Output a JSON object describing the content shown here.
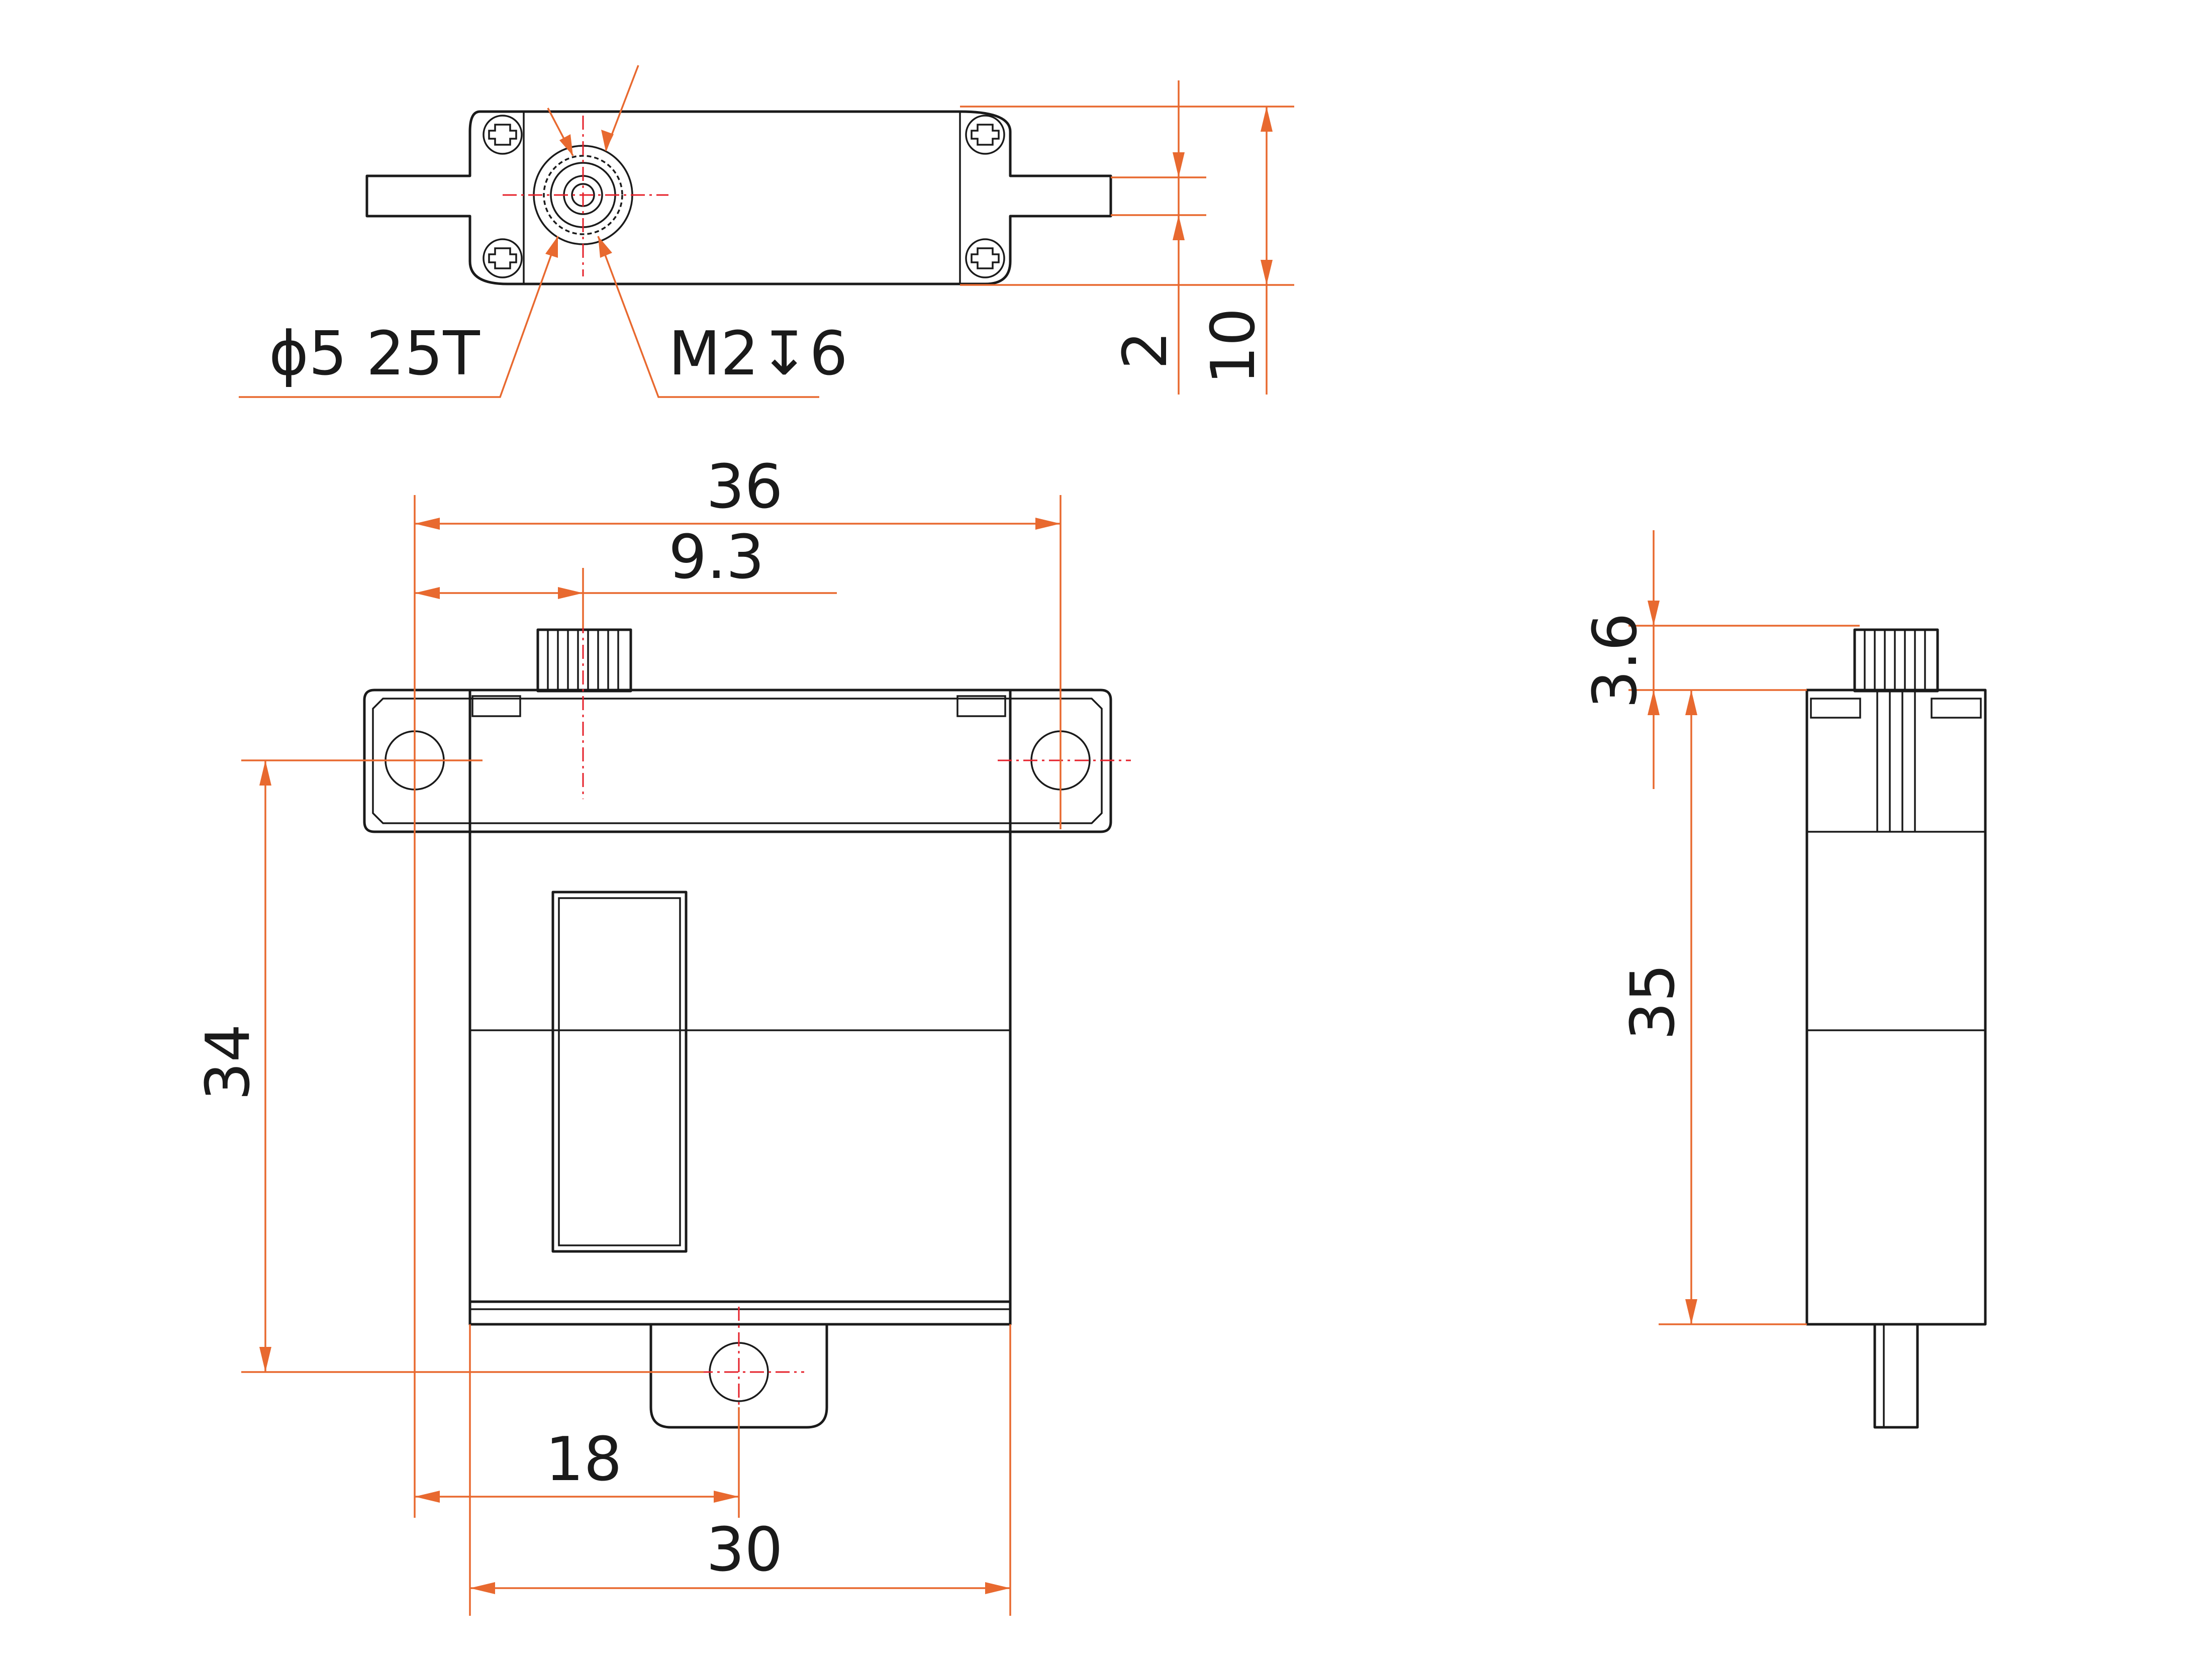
{
  "drawing": {
    "views": [
      "top",
      "front",
      "side"
    ],
    "dimensions": {
      "shaft_spec": "ϕ5 25T",
      "screw_spec": "M2↧6",
      "top_offset": "2",
      "top_width": "10",
      "overall_length": "36",
      "shaft_offset": "9.3",
      "mount_height": "34",
      "base_offset": "18",
      "body_width": "30",
      "spline_height": "3.6",
      "body_height": "35"
    },
    "colors": {
      "outline": "#1a1a1a",
      "dimension": "#e8692f",
      "centerline": "#e5202a",
      "background": "#ffffff"
    }
  }
}
